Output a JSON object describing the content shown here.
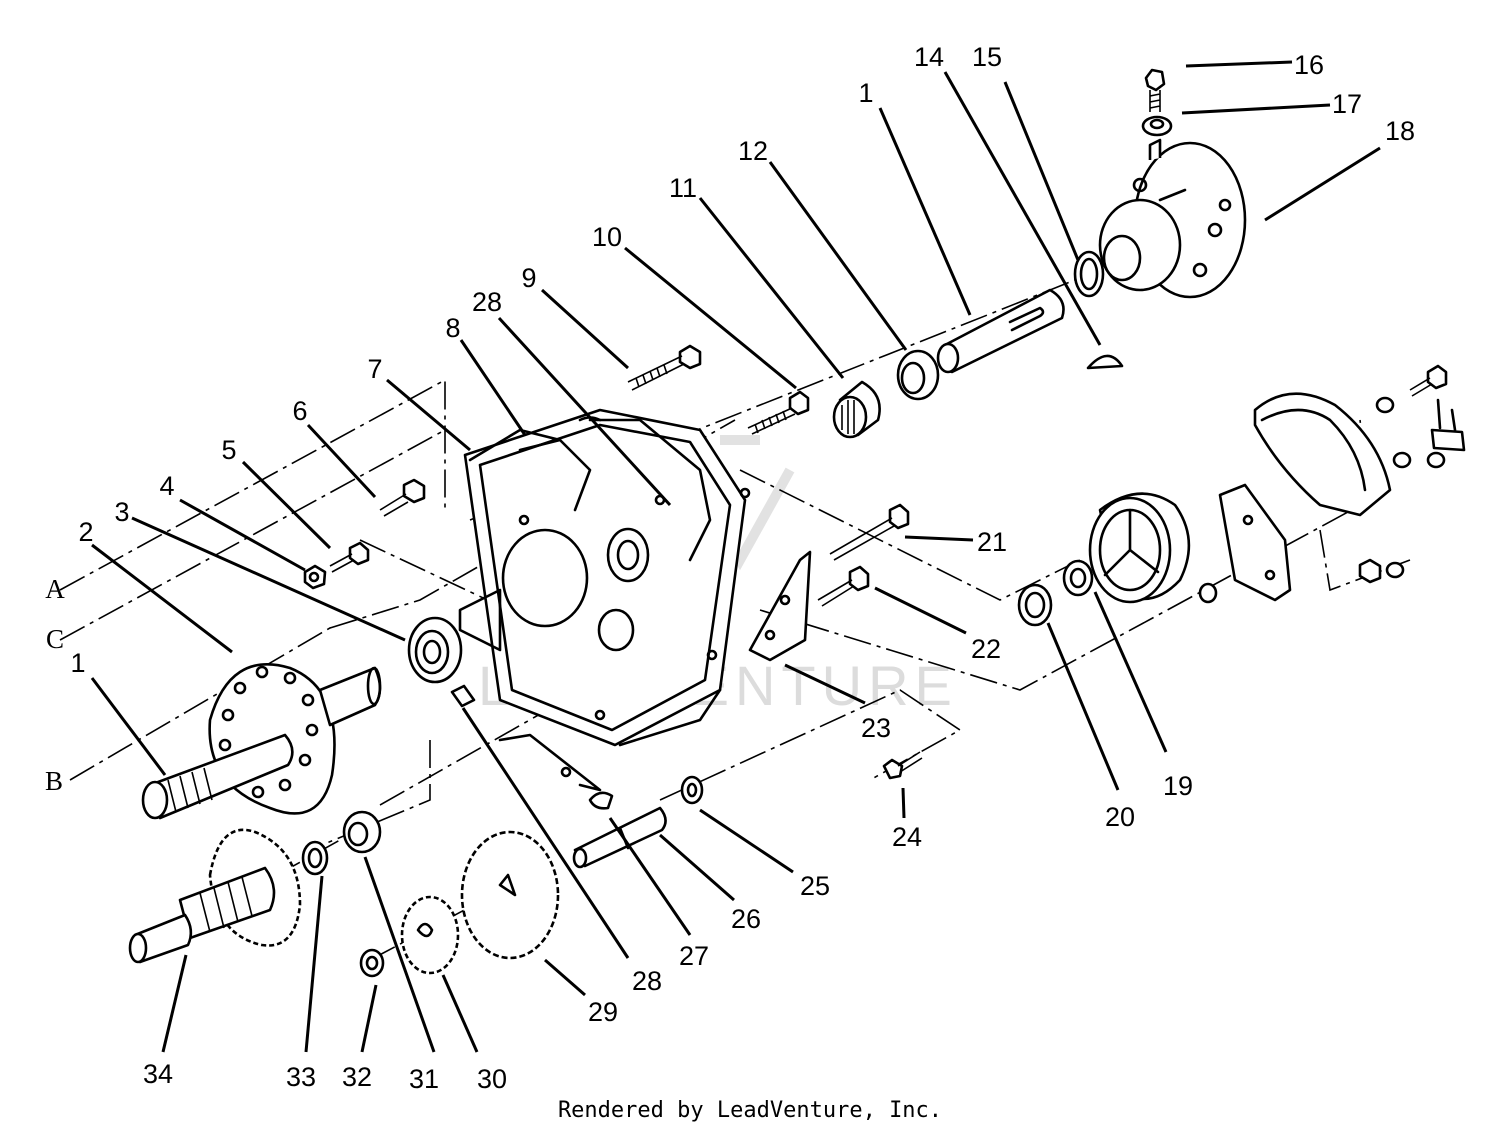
{
  "watermark": "LEADVENTURE",
  "footer": "Rendered by LeadVenture, Inc.",
  "reference_letters": {
    "A": "A",
    "B": "B",
    "C": "C"
  },
  "callouts": {
    "c1a": "1",
    "c1b": "1",
    "c2": "2",
    "c3": "3",
    "c4": "4",
    "c5": "5",
    "c6": "6",
    "c7": "7",
    "c8": "8",
    "c9": "9",
    "c10": "10",
    "c11": "11",
    "c12": "12",
    "c14": "14",
    "c15": "15",
    "c16": "16",
    "c17": "17",
    "c18": "18",
    "c19": "19",
    "c20": "20",
    "c21": "21",
    "c22": "22",
    "c23": "23",
    "c24": "24",
    "c25": "25",
    "c26": "26",
    "c27": "27",
    "c28a": "28",
    "c28b": "28",
    "c29": "29",
    "c30": "30",
    "c31": "31",
    "c32": "32",
    "c33": "33",
    "c34": "34"
  }
}
